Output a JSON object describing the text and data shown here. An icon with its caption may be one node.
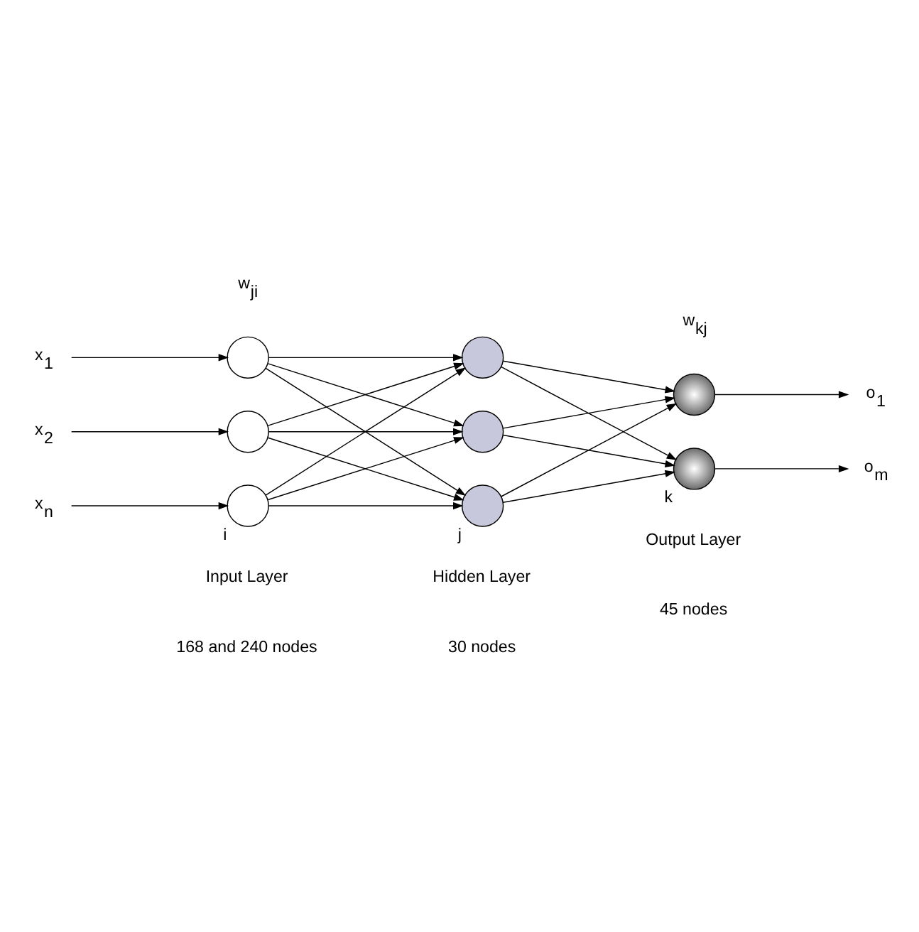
{
  "diagram": {
    "nodes": [
      {
        "text": [
          "x$_{1}$"
        ]
      },
      {
        "text": [
          "x$_{2}$"
        ]
      },
      {
        "text": [
          "x$_{n}$"
        ]
      },
      {
        "text": [],
        "shape": "circle"
      },
      {
        "text": [],
        "shape": "circle"
      },
      {
        "text": [],
        "shape": "circle",
        "beside": [
          "i"
        ]
      },
      {
        "text": [],
        "shape": "circle"
      },
      {
        "text": [],
        "shape": "circle"
      },
      {
        "text": [],
        "shape": "circle",
        "beside": [
          "j"
        ]
      },
      {
        "text": [],
        "shape": "circle"
      },
      {
        "text": [],
        "shape": "circle",
        "beside": [
          "k"
        ]
      },
      {
        "text": [
          "o$_{1}$"
        ]
      },
      {
        "text": [
          "o$_{m}$"
        ]
      }
    ],
    "edges": [
      {
        "from": 0,
        "to": 3,
        "arrow": "to"
      },
      {
        "from": 1,
        "to": 4,
        "arrow": "to"
      },
      {
        "from": 2,
        "to": 5,
        "arrow": "to"
      },
      {
        "from": 3,
        "to": 6,
        "arrow": "to"
      },
      {
        "from": 3,
        "to": 7,
        "arrow": "to"
      },
      {
        "from": 3,
        "to": 8,
        "arrow": "to"
      },
      {
        "from": 4,
        "to": 6,
        "arrow": "to"
      },
      {
        "from": 4,
        "to": 7,
        "arrow": "to"
      },
      {
        "from": 4,
        "to": 8,
        "arrow": "to"
      },
      {
        "from": 5,
        "to": 6,
        "arrow": "to"
      },
      {
        "from": 5,
        "to": 7,
        "arrow": "to"
      },
      {
        "from": 5,
        "to": 8,
        "arrow": "to"
      },
      {
        "from": 6,
        "to": 9,
        "arrow": "to"
      },
      {
        "from": 6,
        "to": 10,
        "arrow": "to"
      },
      {
        "from": 7,
        "to": 9,
        "arrow": "to"
      },
      {
        "from": 7,
        "to": 10,
        "arrow": "to"
      },
      {
        "from": 8,
        "to": 9,
        "arrow": "to"
      },
      {
        "from": 8,
        "to": 10,
        "arrow": "to"
      },
      {
        "from": 9,
        "to": 11,
        "arrow": "to"
      },
      {
        "from": 10,
        "to": 12,
        "arrow": "to"
      }
    ],
    "labels": [
      "w$_{ji}$",
      "w$_{kj}$",
      "Input Layer",
      "Hidden Layer",
      "Output Layer",
      "168 and 240 nodes",
      "30 nodes",
      "45 nodes"
    ]
  }
}
